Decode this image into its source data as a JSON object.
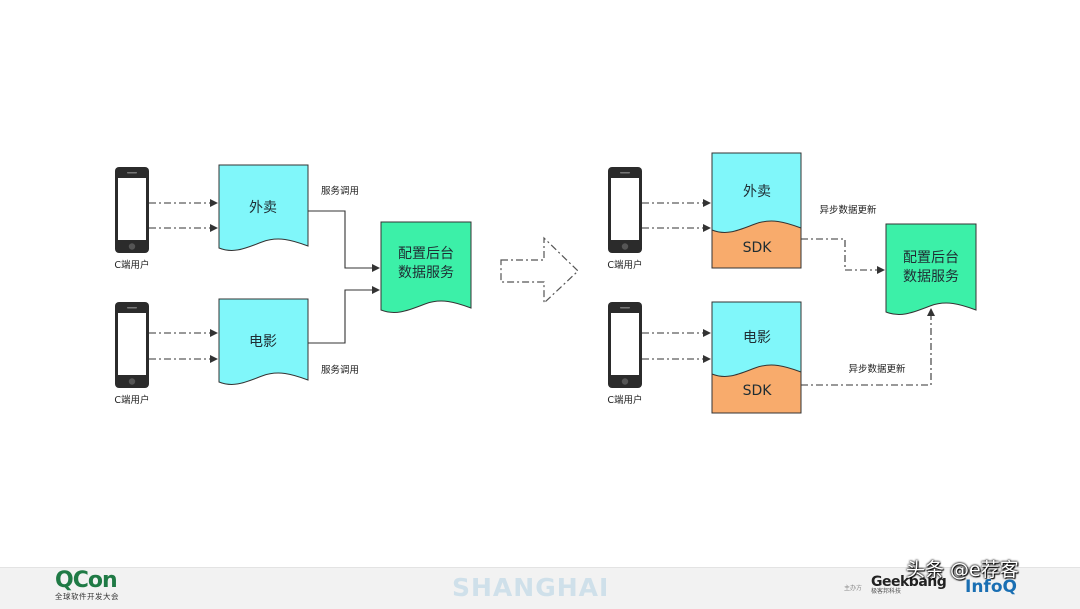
{
  "diagram": {
    "left": {
      "phone_label": "C端用户",
      "box_waimai": "外卖",
      "box_dianying": "电影",
      "edge_top": "服务调用",
      "edge_bottom": "服务调用",
      "backend_line1": "配置后台",
      "backend_line2": "数据服务"
    },
    "right": {
      "phone_label": "C端用户",
      "box_waimai": "外卖",
      "box_dianying": "电影",
      "sdk_label": "SDK",
      "edge_top": "异步数据更新",
      "edge_bottom": "异步数据更新",
      "backend_line1": "配置后台",
      "backend_line2": "数据服务"
    },
    "colors": {
      "service_box": "#80f7fa",
      "backend_box": "#3cf0a8",
      "sdk_box": "#f8ab6c"
    }
  },
  "footer": {
    "brand": "QCon",
    "brand_sub": "全球软件开发大会",
    "city": "SHANGHAI",
    "sponsor_label": "主办方",
    "sponsor1": "Geekbang",
    "sponsor1_sub": "极客邦科技",
    "sponsor2": "InfoQ"
  },
  "watermark": "头条 @e荐客"
}
